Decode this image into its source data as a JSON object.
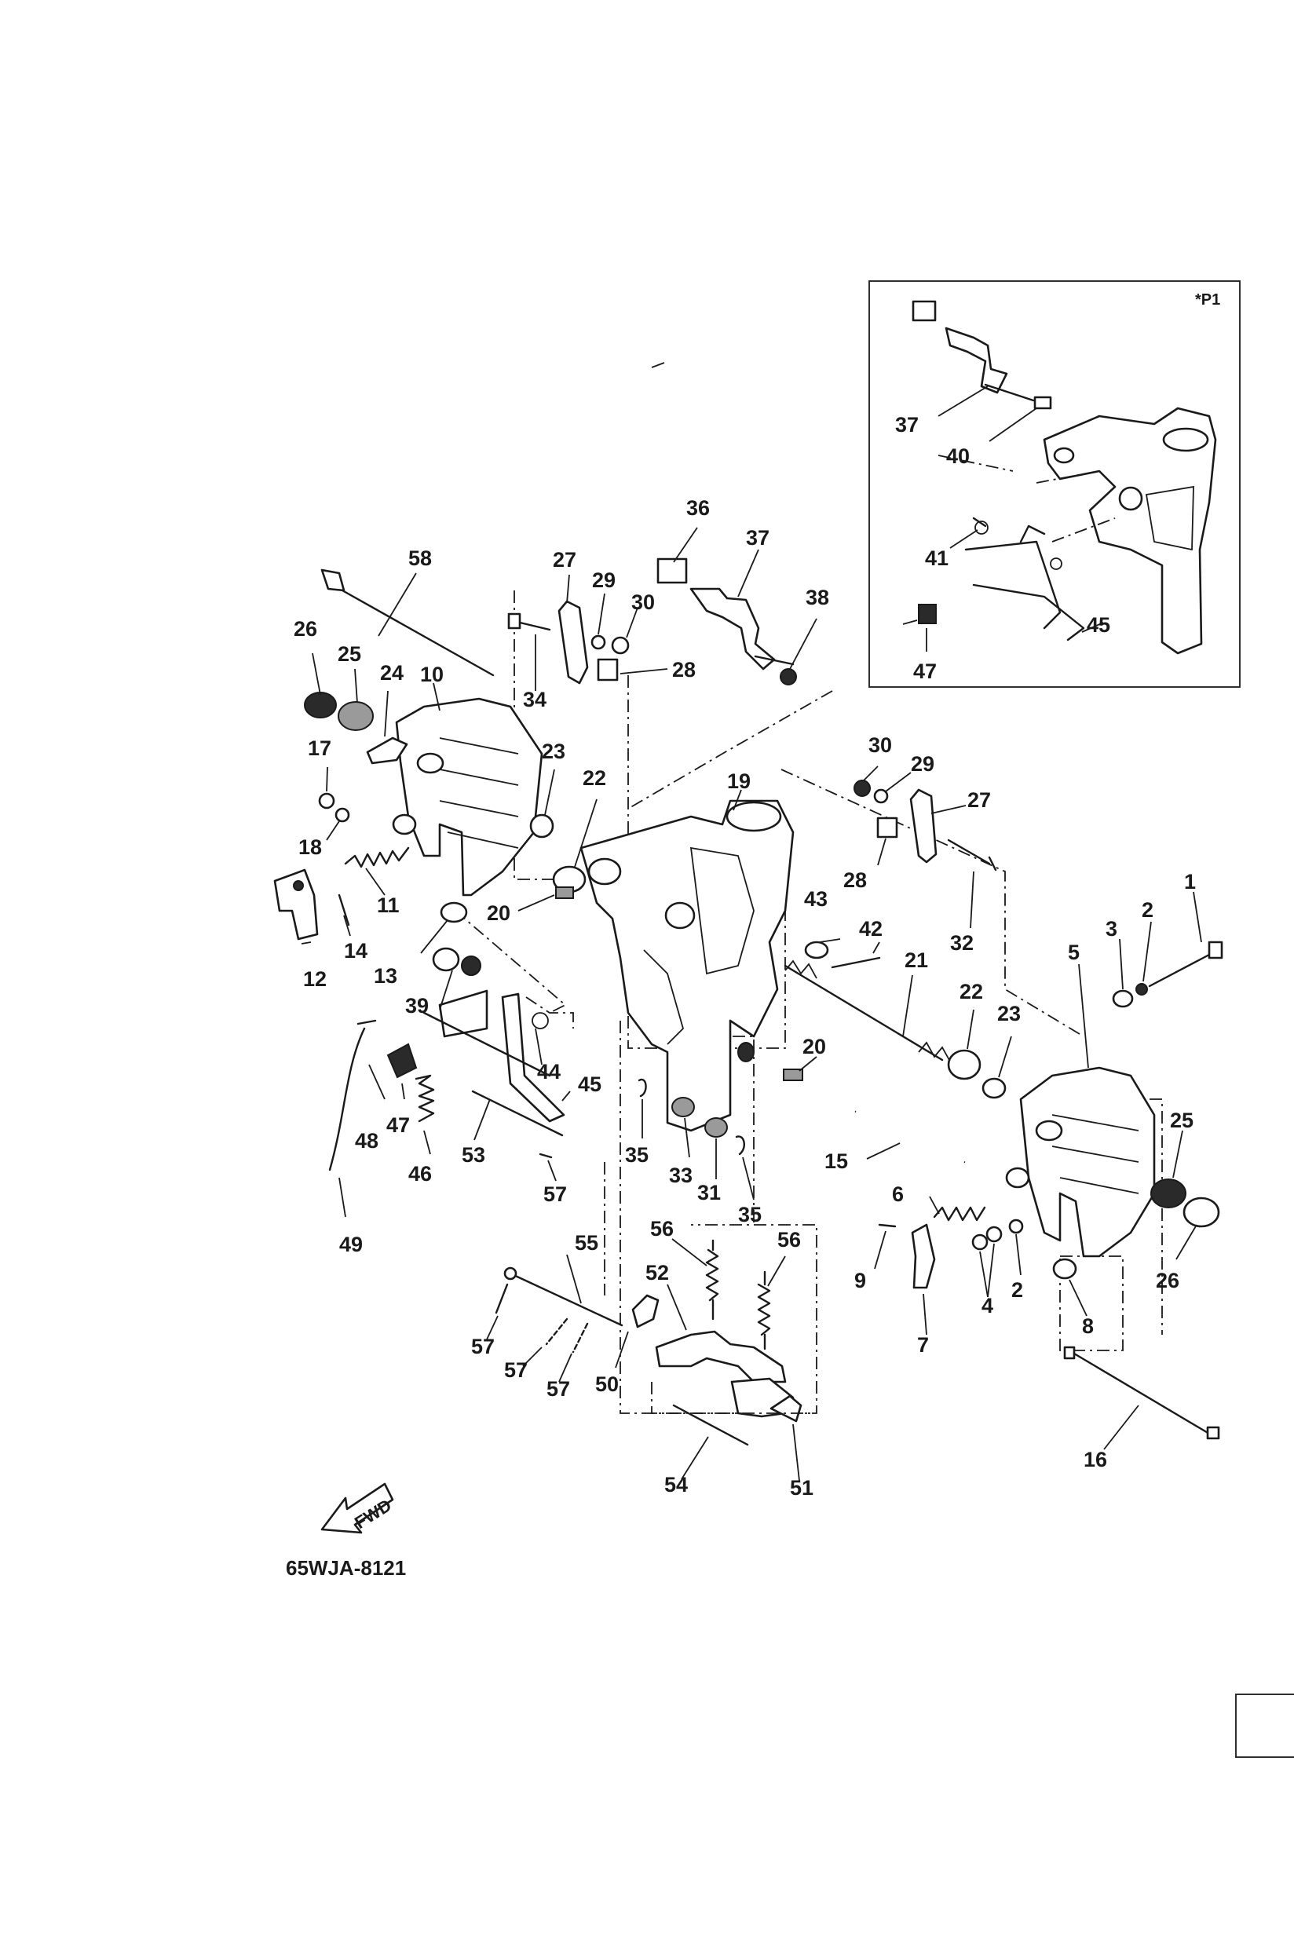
{
  "diagram": {
    "drawing_code": "65WJA-8121",
    "fwd_label": "FWD",
    "inset_tag": "*P1",
    "inset_callouts": [
      "37",
      "40",
      "41",
      "45",
      "47"
    ],
    "callouts": [
      "58",
      "26",
      "25",
      "24",
      "10",
      "17",
      "18",
      "11",
      "12",
      "14",
      "13",
      "23",
      "22",
      "27",
      "29",
      "30",
      "34",
      "28",
      "36",
      "37",
      "38",
      "19",
      "20",
      "39",
      "44",
      "45",
      "47",
      "48",
      "46",
      "53",
      "57",
      "49",
      "35",
      "33",
      "31",
      "43",
      "42",
      "21",
      "32",
      "30",
      "29",
      "27",
      "28",
      "22",
      "23",
      "20",
      "15",
      "6",
      "9",
      "7",
      "4",
      "2",
      "8",
      "5",
      "3",
      "2",
      "1",
      "25",
      "26",
      "16",
      "55",
      "56",
      "56",
      "52",
      "50",
      "51",
      "54",
      "57",
      "57",
      "57",
      "35"
    ]
  }
}
